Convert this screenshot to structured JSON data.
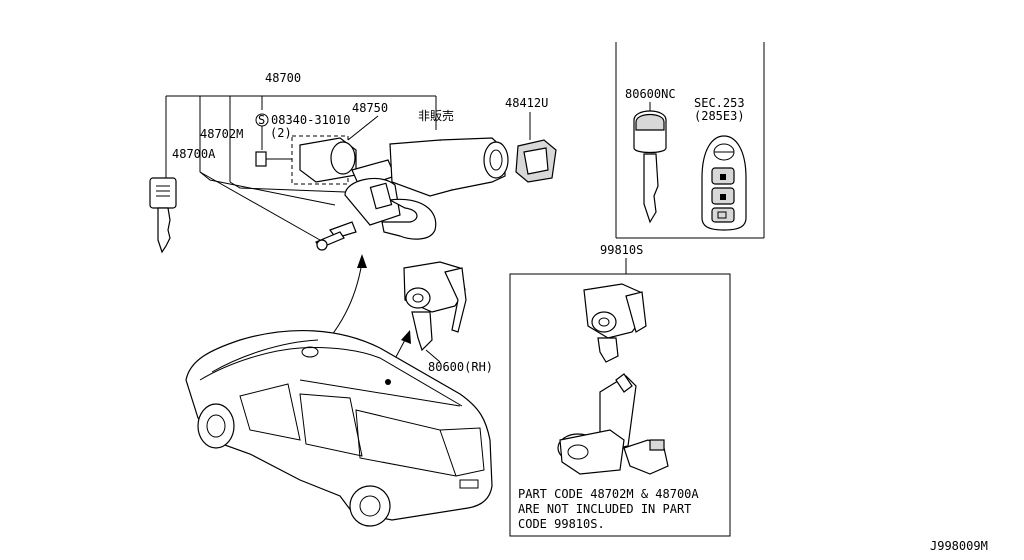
{
  "labels": {
    "p48700": "48700",
    "p48750": "48750",
    "bolt_code": "08340-31010",
    "bolt_qty": "(2)",
    "not_for_sale": "非販売",
    "p48412u": "48412U",
    "p48702m": "48702M",
    "p48700a": "48700A",
    "p80600rh": "80600(RH)",
    "p80600nc": "80600NC",
    "sec253": "SEC.253",
    "sec253_ref": "(285E3)",
    "p99810s": "99810S",
    "note_line1": "PART CODE 48702M & 48700A",
    "note_line2": "ARE NOT INCLUDED IN PART",
    "note_line3": "CODE 99810S.",
    "diagram_id": "J998009M",
    "bolt_symbol": "S"
  },
  "icons": [
    "key-blade-icon",
    "intelligent-key-fob-icon",
    "lock-icon",
    "unlock-icon",
    "vehicle-outline-icon"
  ]
}
